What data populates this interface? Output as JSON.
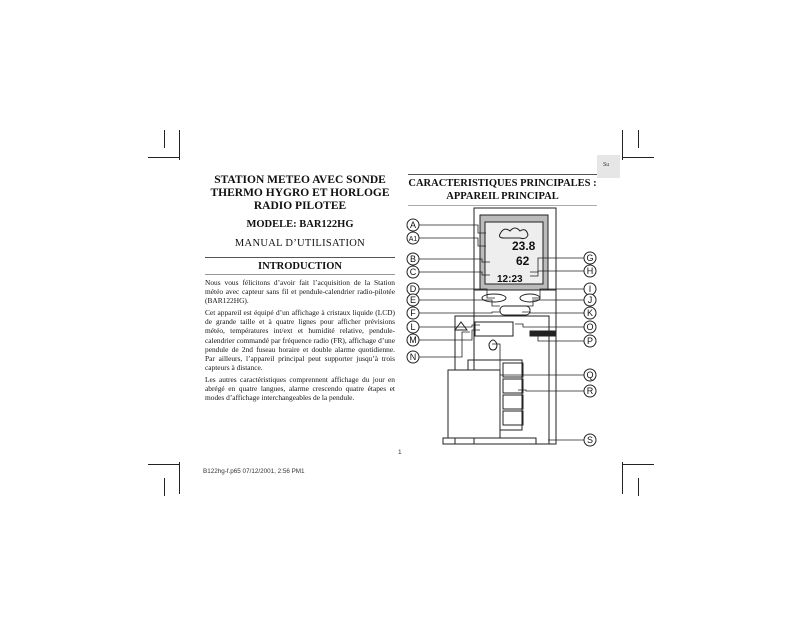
{
  "left_page": {
    "title_lines": [
      "STATION METEO AVEC SONDE",
      "THERMO HYGRO ET HORLOGE",
      "RADIO PILOTEE"
    ],
    "model": "MODELE: BAR122HG",
    "manual": "MANUAL D’UTILISATION",
    "section_heading": "INTRODUCTION",
    "paragraphs": [
      "Nous vous félicitons d’avoir fait l’acquisition de la Station météo avec capteur sans fil et pendule-calendrier radio-pilotée (BAR122HG).",
      "Cet appareil est équipé d’un affichage à cristaux liquide (LCD) de grande taille et à quatre lignes pour afficher prévisions météo, températures int/ext et humidité relative, pendule-calendrier commandé par fréquence radio (FR), affichage d’une pendule de 2nd fuseau horaire et double alarme quotidienne. Par ailleurs, l’appareil principal peut supporter jusqu’à trois capteurs à distance.",
      "Les autres caractéristiques comprennent affichage du jour en abrégé en quatre langues, alarme crescendo quatre étapes et modes d’affichage interchangeables de la pendule."
    ]
  },
  "right_page": {
    "tab_label": "Su",
    "heading_lines": [
      "CARACTERISTIQUES PRINCIPALES :",
      "APPAREIL PRINCIPAL"
    ],
    "diagram": {
      "left_labels": [
        "A",
        "A1",
        "B",
        "C",
        "D",
        "E",
        "F",
        "L",
        "M",
        "N"
      ],
      "right_labels": [
        "G",
        "H",
        "I",
        "J",
        "K",
        "O",
        "P",
        "Q",
        "R",
        "S"
      ],
      "lcd": {
        "temperature": "23.8",
        "humidity": "62",
        "time": "12:23"
      }
    }
  },
  "page_number": "1",
  "footer": "B122hg-f.p65 07/12/2001, 2:56 PM1"
}
